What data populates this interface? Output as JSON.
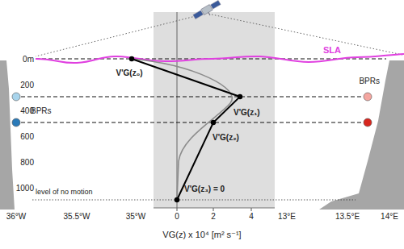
{
  "diagram": {
    "labels": [
      "0m",
      "200",
      "400",
      "600",
      "800",
      "1000",
      "SLA",
      "BPRs",
      "BPRs",
      "V'G(z₀)",
      "V'G(z₁)",
      "V'G(z₂)",
      "V'G(z₃) = 0",
      "level of no motion",
      "36°W",
      "35.5°W",
      "35°W",
      "0",
      "2",
      "4",
      "13°E",
      "13.5°E",
      "14°E",
      "VG(z) x 10⁴ [m² s⁻¹]"
    ]
  }
}
